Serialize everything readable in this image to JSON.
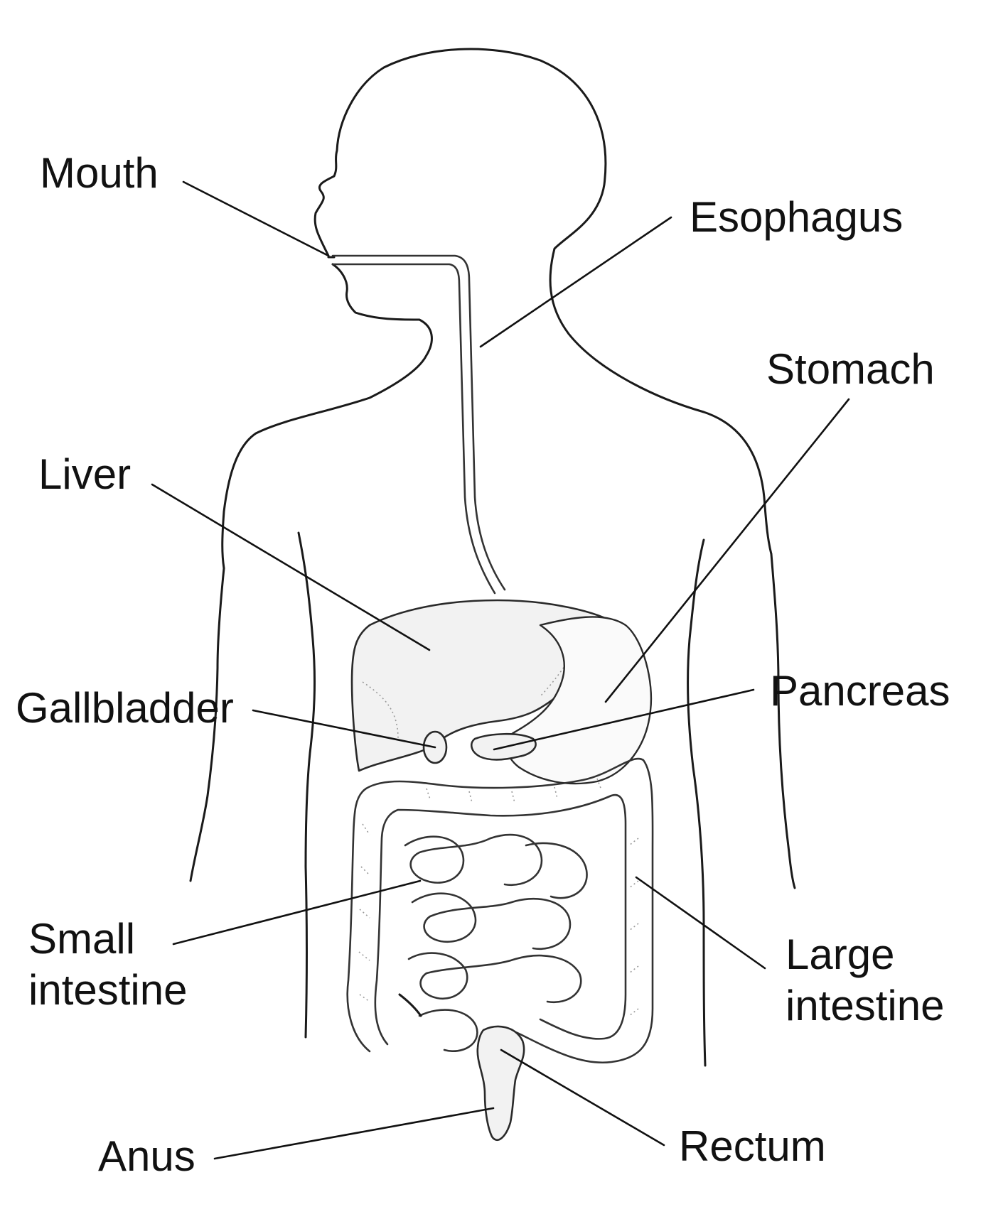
{
  "labels": {
    "mouth": "Mouth",
    "esophagus": "Esophagus",
    "stomach": "Stomach",
    "liver": "Liver",
    "gallbladder": "Gallbladder",
    "pancreas": "Pancreas",
    "small_intestine": [
      "Small",
      "intestine"
    ],
    "large_intestine": [
      "Large",
      "intestine"
    ],
    "anus": "Anus",
    "rectum": "Rectum"
  },
  "colors": {
    "ink": "#111111",
    "background": "#ffffff",
    "organ_fill": "#f2f2f2"
  }
}
